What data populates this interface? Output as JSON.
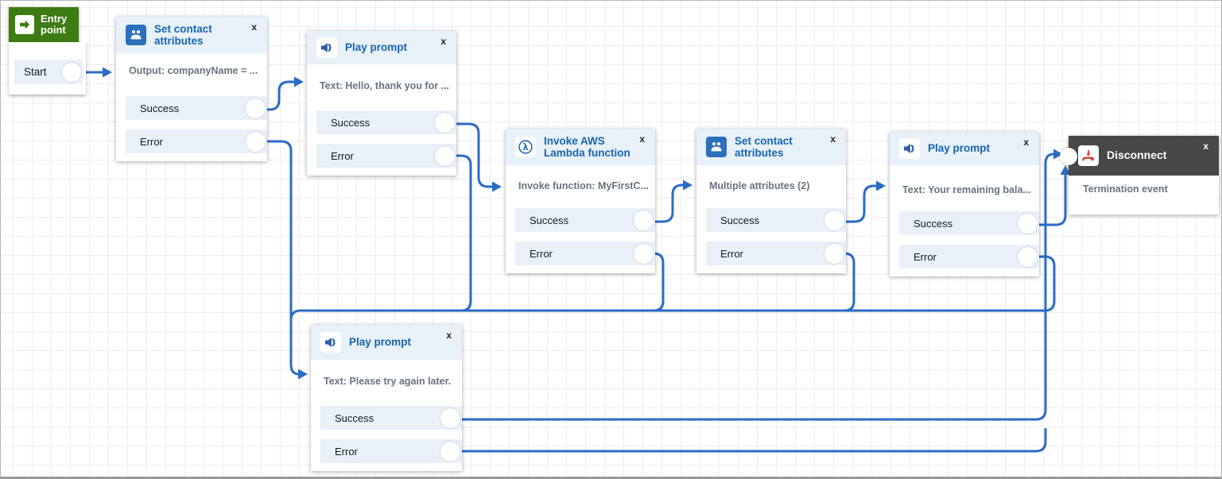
{
  "ui": {
    "close_label": "x"
  },
  "entry": {
    "label": "Entry point",
    "start_label": "Start"
  },
  "nodes": [
    {
      "id": "set-contact-attributes-1",
      "title": "Set contact attributes",
      "icon": "contact-attributes-icon",
      "body": "Output: companyName = ...",
      "outputs": {
        "success": "Success",
        "error": "Error"
      }
    },
    {
      "id": "play-prompt-welcome",
      "title": "Play prompt",
      "icon": "speaker-icon",
      "body": "Text: Hello, thank you for ...",
      "outputs": {
        "success": "Success",
        "error": "Error"
      }
    },
    {
      "id": "invoke-lambda",
      "title": "Invoke AWS Lambda function",
      "icon": "lambda-icon",
      "body": "Invoke function: MyFirstC...",
      "outputs": {
        "success": "Success",
        "error": "Error"
      }
    },
    {
      "id": "set-contact-attributes-2",
      "title": "Set contact attributes",
      "icon": "contact-attributes-icon",
      "body": "Multiple attributes (2)",
      "outputs": {
        "success": "Success",
        "error": "Error"
      }
    },
    {
      "id": "play-prompt-balance",
      "title": "Play prompt",
      "icon": "speaker-icon",
      "body": "Text: Your remaining bala...",
      "outputs": {
        "success": "Success",
        "error": "Error"
      }
    },
    {
      "id": "disconnect",
      "title": "Disconnect",
      "icon": "hang-up-phone-icon",
      "body": "Termination event"
    },
    {
      "id": "play-prompt-error",
      "title": "Play prompt",
      "icon": "speaker-icon",
      "body": "Text: Please try again later.",
      "outputs": {
        "success": "Success",
        "error": "Error"
      }
    }
  ],
  "connections": [
    {
      "from": "entry-start",
      "to": "set-contact-attributes-1"
    },
    {
      "from": "set-contact-attributes-1.Success",
      "to": "play-prompt-welcome"
    },
    {
      "from": "set-contact-attributes-1.Error",
      "to": "play-prompt-error"
    },
    {
      "from": "play-prompt-welcome.Success",
      "to": "invoke-lambda"
    },
    {
      "from": "play-prompt-welcome.Error",
      "to": "play-prompt-error"
    },
    {
      "from": "invoke-lambda.Success",
      "to": "set-contact-attributes-2"
    },
    {
      "from": "invoke-lambda.Error",
      "to": "play-prompt-error"
    },
    {
      "from": "set-contact-attributes-2.Success",
      "to": "play-prompt-balance"
    },
    {
      "from": "set-contact-attributes-2.Error",
      "to": "play-prompt-error"
    },
    {
      "from": "play-prompt-balance.Success",
      "to": "disconnect"
    },
    {
      "from": "play-prompt-balance.Error",
      "to": "play-prompt-error"
    },
    {
      "from": "play-prompt-error.Success",
      "to": "disconnect"
    },
    {
      "from": "play-prompt-error.Error",
      "to": "disconnect"
    }
  ],
  "colors": {
    "connector_blue": "#2a6bc6",
    "title_blue": "#1766af",
    "icon_blue": "#2c6fba",
    "header_light": "#e8f0f8",
    "row_light": "#e9f0f8",
    "entry_green": "#3d7c12",
    "disconnect_header": "#46484a",
    "phone_red": "#d0342c",
    "body_gray": "#6a737f"
  }
}
